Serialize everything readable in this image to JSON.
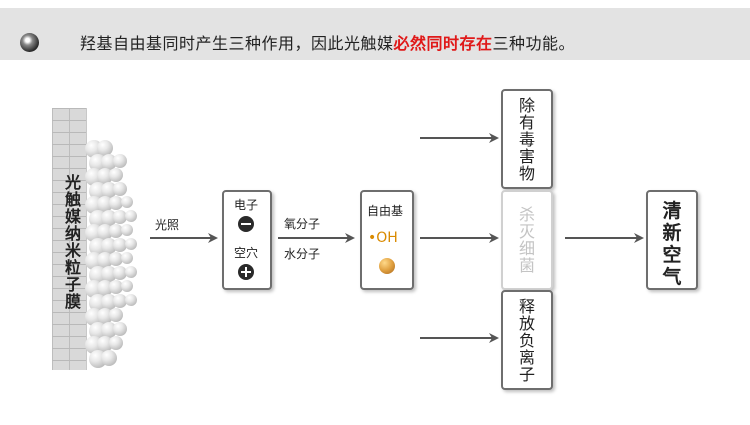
{
  "header": {
    "text_before": "羟基自由基同时产生三种作用，因此光触媒",
    "text_highlight": "必然同时存在",
    "text_after": "三种功能。",
    "highlight_color": "#e01919"
  },
  "film_label": "光触媒纳米粒子膜",
  "light_label": "光照",
  "carrier_box": {
    "electron_label": "电子",
    "hole_label": "空穴"
  },
  "molecule_labels": {
    "oxygen": "氧分子",
    "water": "水分子"
  },
  "radical_box": {
    "title": "自由基",
    "oh_label": "•OH",
    "oh_color": "#d98a00"
  },
  "effects": {
    "remove_toxic": "除有毒害物",
    "sterilize": "杀灭细菌",
    "release_ions": "释放负离子"
  },
  "result_box": {
    "label": "清新空气"
  },
  "icons": {
    "bullet": "dark-sphere-bullet",
    "minus": "minus-circle-icon",
    "plus": "plus-circle-icon",
    "oh_ball": "orange-ball-icon"
  }
}
